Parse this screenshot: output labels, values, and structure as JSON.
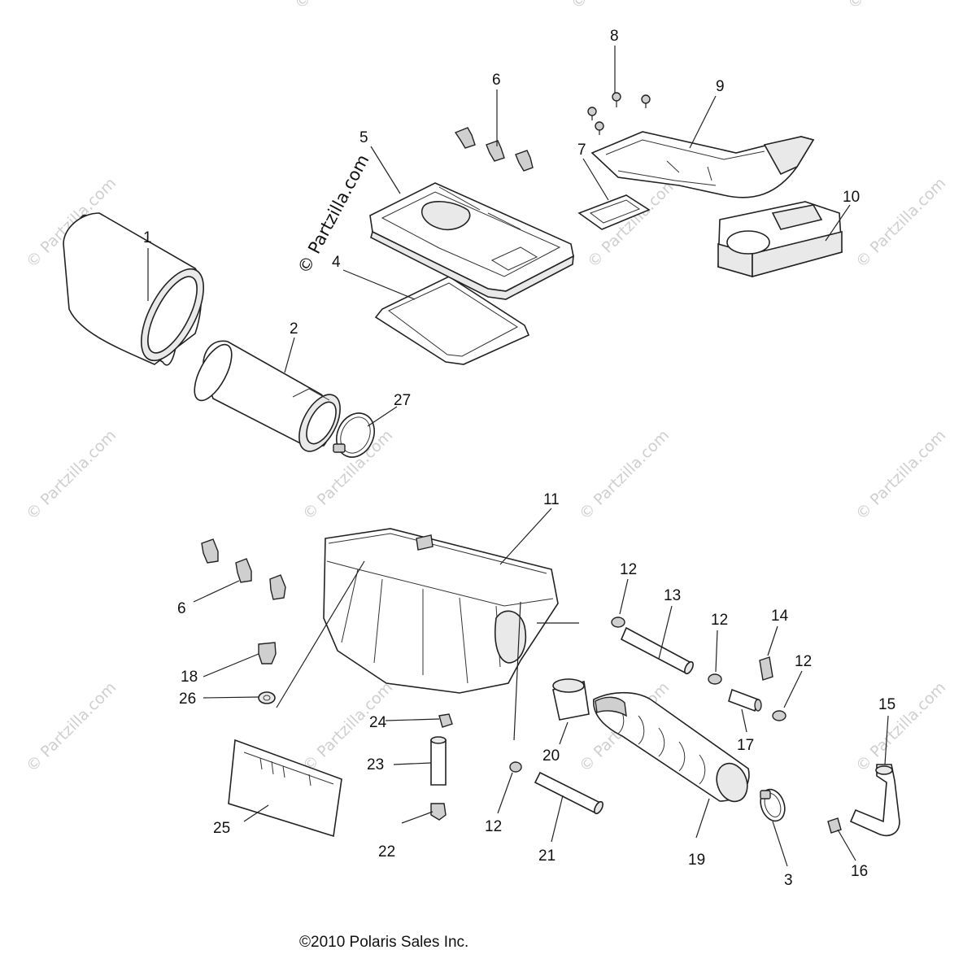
{
  "labels": {
    "p1": "1",
    "p2": "2",
    "p3": "3",
    "p4": "4",
    "p5": "5",
    "p6a": "6",
    "p6b": "6",
    "p7": "7",
    "p8": "8",
    "p9": "9",
    "p10": "10",
    "p11": "11",
    "p12a": "12",
    "p12b": "12",
    "p12c": "12",
    "p12d": "12",
    "p13": "13",
    "p14": "14",
    "p15": "15",
    "p16": "16",
    "p17": "17",
    "p18": "18",
    "p19": "19",
    "p20": "20",
    "p21": "21",
    "p22": "22",
    "p23": "23",
    "p24": "24",
    "p25": "25",
    "p26": "26",
    "p27": "27"
  },
  "watermark": {
    "main": "© Partzilla.com",
    "repeat": "© Partzilla.com"
  },
  "copyright": "©2010 Polaris Sales Inc."
}
